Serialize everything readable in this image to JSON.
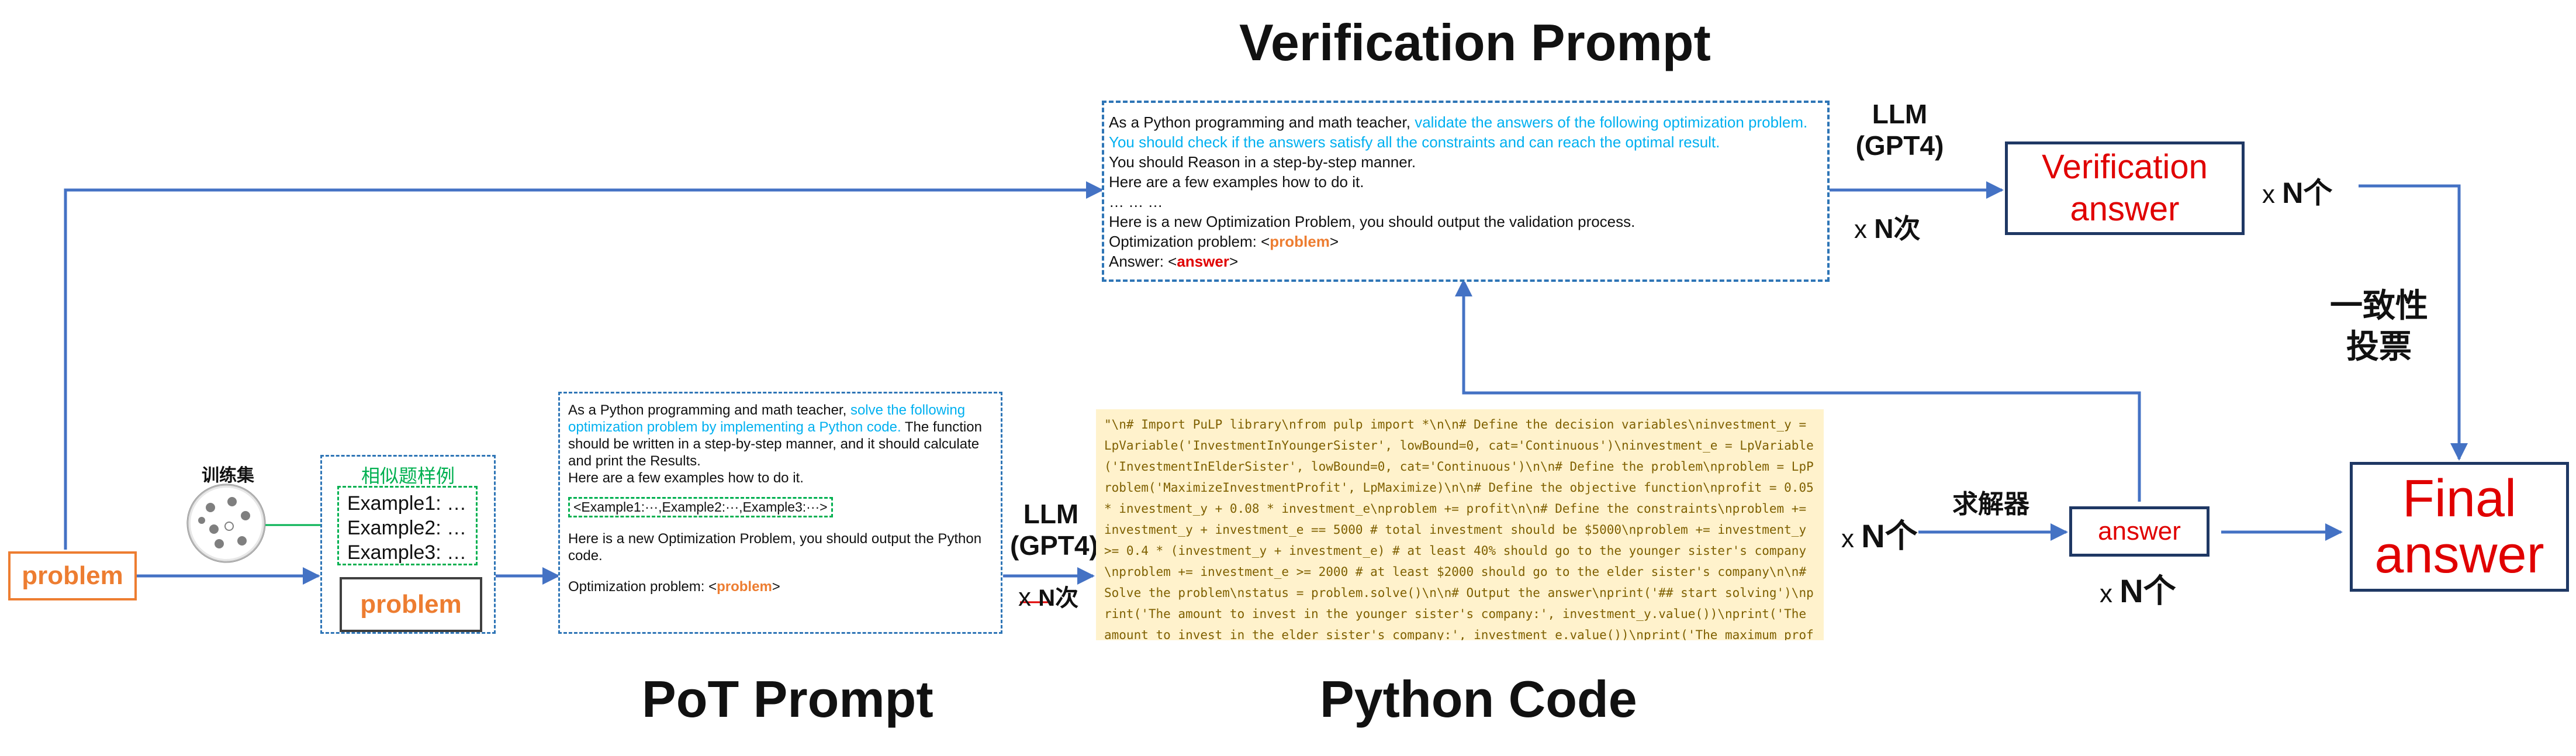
{
  "titles": {
    "verification": "Verification Prompt",
    "pot": "PoT Prompt",
    "python": "Python Code"
  },
  "left": {
    "problem": "problem",
    "train_set": "训练集",
    "similar_examples": "相似题样例",
    "example1": "Example1: …",
    "example2": "Example2: …",
    "example3": "Example3: …",
    "problem_inner": "problem"
  },
  "pot_prompt": {
    "p1_a": "As a Python programming and math teacher, ",
    "p1_b": "solve the following optimization problem by implementing a Python code.",
    "p1_c": " The function should be written in a step-by-step manner, and it should calculate and print the Results.",
    "p2": "Here are a few examples how to do it.",
    "examples": "<Example1:···,Example2:···,Example3:···>",
    "p3": "Here is a new Optimization Problem, you should output the Python code.",
    "p4_a": "Optimization problem: <",
    "p4_b": "problem",
    "p4_c": ">"
  },
  "llm_left": {
    "line1": "LLM",
    "line2": "(GPT4)",
    "times_x": "x",
    "times_n": "N次"
  },
  "code_text": "\"\\n# Import PuLP library\\nfrom pulp import *\\n\\n# Define the decision variables\\ninvestment_y = LpVariable('InvestmentInYoungerSister', lowBound=0, cat='Continuous')\\ninvestment_e = LpVariable('InvestmentInElderSister', lowBound=0, cat='Continuous')\\n\\n# Define the problem\\nproblem = LpProblem('MaximizeInvestmentProfit', LpMaximize)\\n\\n# Define the objective function\\nprofit = 0.05 * investment_y + 0.08 * investment_e\\nproblem += profit\\n\\n# Define the constraints\\nproblem += investment_y + investment_e == 5000  # total investment should be $5000\\nproblem += investment_y >= 0.4 * (investment_y + investment_e)  # at least 40% should go to the younger sister's company\\nproblem += investment_e >= 2000  # at least $2000 should go to the elder sister's company\\n\\n# Solve the problem\\nstatus = problem.solve()\\n\\n# Output the answer\\nprint('## start solving')\\nprint('The amount to invest in the younger sister's company:', investment_y.value())\\nprint('The amount to invest in the elder sister's company:', investment_e.value())\\nprint('The maximum profit from the investment:', value(problem.objective))\\nprint('## end solving')\\n\\n\"",
  "solver": {
    "times_x": "x",
    "times_n": "N个",
    "label": "求解器",
    "answer": "answer",
    "below_x": "x",
    "below_n": "N个"
  },
  "verification_prompt": {
    "l1_a": "As a Python programming and math teacher, ",
    "l1_b": "validate the answers of the following optimization problem. You should check if the answers satisfy all the constraints and can reach the optimal result.",
    "l2": "You should Reason in a step-by-step manner.",
    "l3": "Here are a few examples how to do it.",
    "l4": "… … …",
    "l5": "Here is a new Optimization Problem, you should output the validation process.",
    "l6_a": "Optimization problem: <",
    "l6_b": "problem",
    "l6_c": ">",
    "l7_a": "Answer: <",
    "l7_b": "answer",
    "l7_c": ">"
  },
  "llm_top": {
    "line1": "LLM",
    "line2": "(GPT4)",
    "times_x": "x",
    "times_n": "N次"
  },
  "verification_answer": {
    "line1": "Verification",
    "line2": "answer",
    "times_x": "x",
    "times_n": "N个"
  },
  "vote": {
    "line1": "一致性",
    "line2": "投票"
  },
  "final": {
    "line1": "Final",
    "line2": "answer"
  },
  "colors": {
    "arrow": "#4472c4",
    "box_dashed": "#2e75b6",
    "highlight_blue": "#00b0f0",
    "highlight_orange": "#ed7d31",
    "highlight_red": "#e00000",
    "green": "#00b050",
    "code_bg": "#fff2cc",
    "box_solid": "#1f3864"
  }
}
